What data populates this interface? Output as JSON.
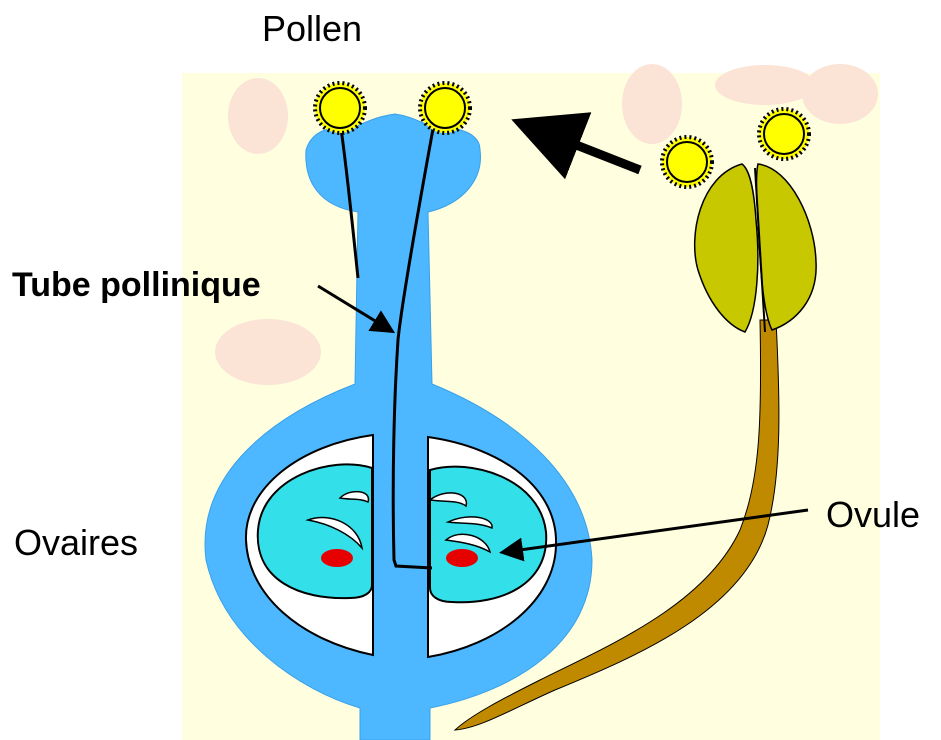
{
  "labels": {
    "pollen": "Pollen",
    "tube": "Tube pollinique",
    "ovaires": "Ovaires",
    "ovule": "Ovule"
  },
  "colors": {
    "background": "#ffffe0",
    "pistil": "#4db8ff",
    "ovary_cavity": "#ffffff",
    "ovule": "#33e0ea",
    "egg_cell": "#e60000",
    "pollen_grain": "#ffff00",
    "anther": "#c8c800",
    "filament": "#c08a00",
    "blob": "#fbe3d6",
    "outline": "#000000"
  },
  "icons": [
    "pollen-grain-icon",
    "arrow-icon"
  ]
}
